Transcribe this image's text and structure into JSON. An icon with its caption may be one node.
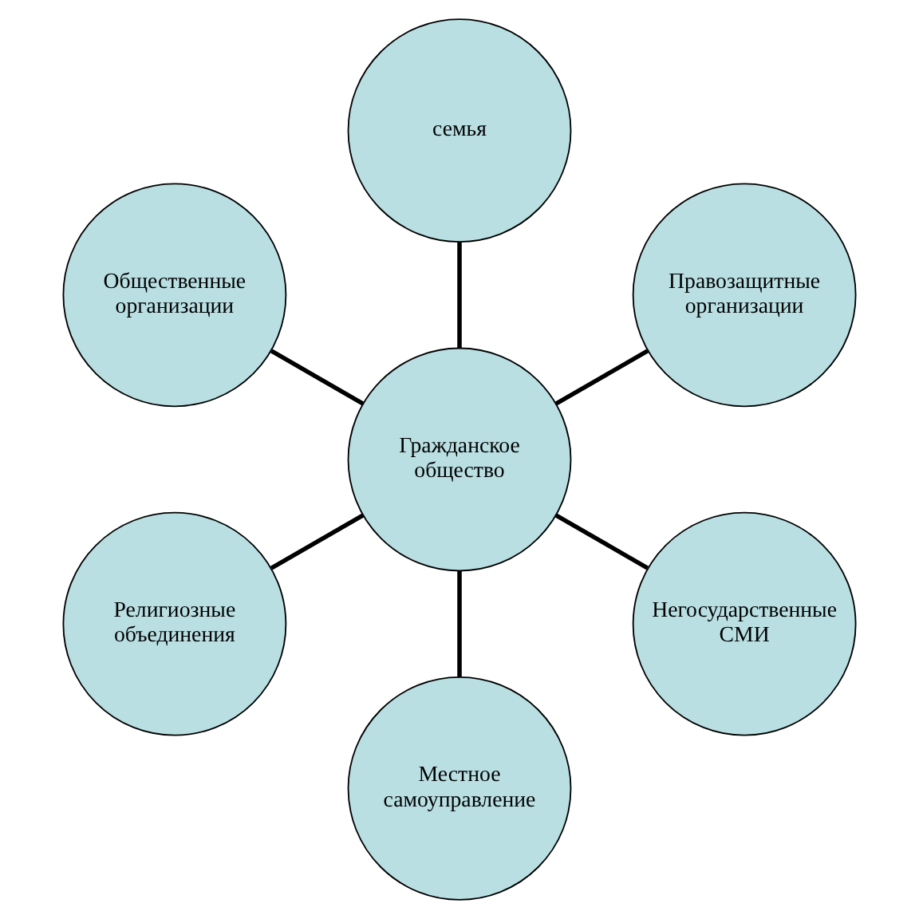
{
  "diagram": {
    "nodes": [
      {
        "text": [
          "семья"
        ]
      },
      {
        "text": [
          "Общественные организации"
        ]
      },
      {
        "text": [
          "Правозащитные организации"
        ]
      },
      {
        "text": [
          "Гражданское общество"
        ]
      },
      {
        "text": [
          "Религиозные объединения"
        ]
      },
      {
        "text": [
          "Негосударственные СМИ"
        ]
      },
      {
        "text": [
          "Местное самоуправление"
        ]
      }
    ],
    "edges": [
      {
        "from": 3,
        "to": 2,
        "arrow": "none"
      },
      {
        "from": 3,
        "to": 0,
        "arrow": "none"
      },
      {
        "from": 3,
        "to": 1,
        "arrow": "none"
      },
      {
        "from": 3,
        "to": 4,
        "arrow": "none"
      },
      {
        "from": 3,
        "to": 6,
        "arrow": "none"
      },
      {
        "from": 3,
        "to": 5,
        "arrow": "none"
      }
    ]
  }
}
